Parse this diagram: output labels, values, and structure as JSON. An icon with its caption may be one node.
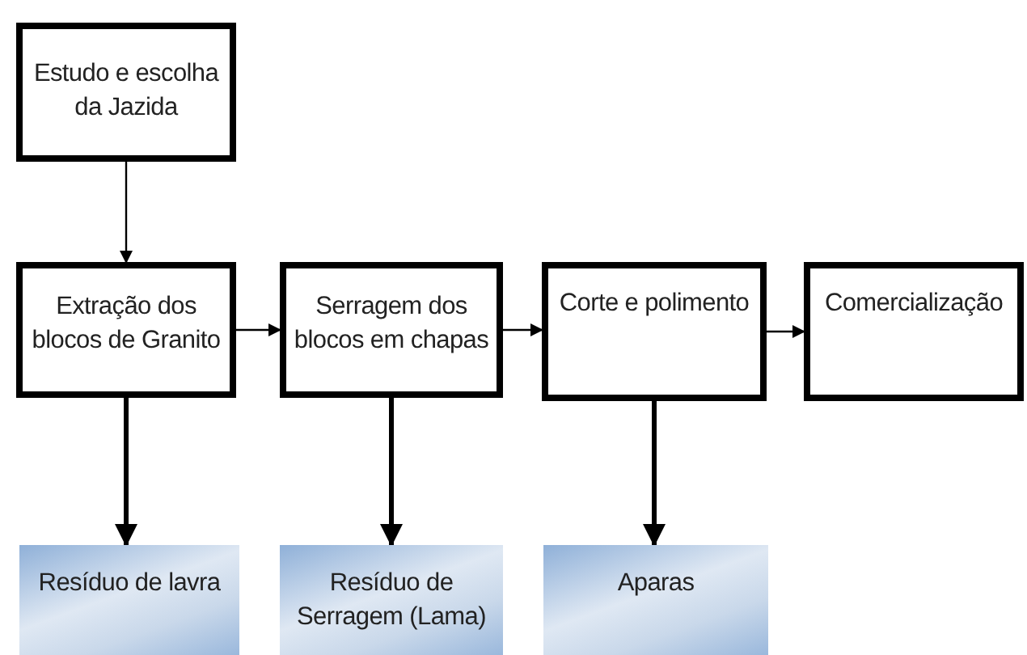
{
  "diagram": {
    "nodes": [
      {
        "text": [
          "Estudo e escolha da Jazida"
        ]
      },
      {
        "text": [
          "Extração dos blocos de Granito"
        ]
      },
      {
        "text": [
          "Serragem dos blocos em chapas"
        ]
      },
      {
        "text": [
          "Corte e polimento"
        ]
      },
      {
        "text": [
          "Comercialização"
        ]
      },
      {
        "text": [
          "Resíduo de lavra"
        ]
      },
      {
        "text": [
          "Resíduo de Serragem (Lama)"
        ]
      },
      {
        "text": [
          "Aparas"
        ]
      }
    ],
    "edges": [
      {
        "from": 0,
        "to": 1,
        "arrow": "to"
      },
      {
        "from": 1,
        "to": 2,
        "arrow": "to"
      },
      {
        "from": 2,
        "to": 3,
        "arrow": "to"
      },
      {
        "from": 3,
        "to": 4,
        "arrow": "to"
      },
      {
        "from": 1,
        "to": 5,
        "arrow": "to",
        "style": "thick"
      },
      {
        "from": 2,
        "to": 6,
        "arrow": "to",
        "style": "thick"
      },
      {
        "from": 3,
        "to": 7,
        "arrow": "to",
        "style": "thick"
      }
    ]
  }
}
